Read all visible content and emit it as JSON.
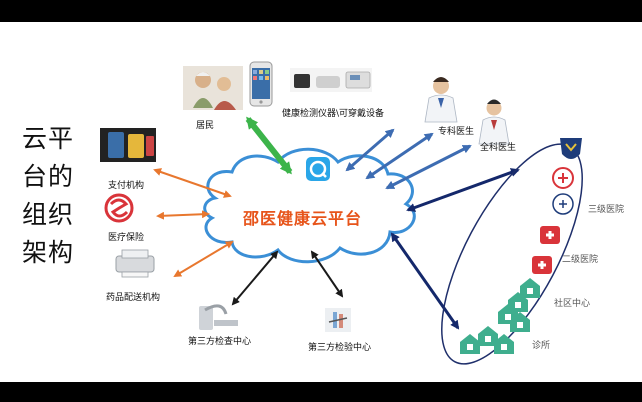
{
  "title": "云平台的组织架构",
  "center": "邵医健康云平台",
  "labels": {
    "residents": "居民",
    "devices": "健康检测仪器\\可穿戴设备",
    "specialist": "专科医生",
    "gp": "全科医生",
    "payment": "支付机构",
    "insurance": "医疗保险",
    "pharmacy": "药品配送机构",
    "exam_center": "第三方检查中心",
    "lab_center": "第三方检验中心",
    "tier3": "三级医院",
    "tier2": "二级医院",
    "community": "社区中心",
    "clinic": "诊所"
  },
  "colors": {
    "orange": "#e8772e",
    "green": "#3cb44a",
    "blue": "#3d6cb2",
    "navy": "#14286b",
    "black": "#1a1a1a",
    "cloud_border": "#3b8fd6",
    "center_text": "#e7541a",
    "hospital_red": "#d9343a",
    "clinic_green": "#3fae8e"
  }
}
